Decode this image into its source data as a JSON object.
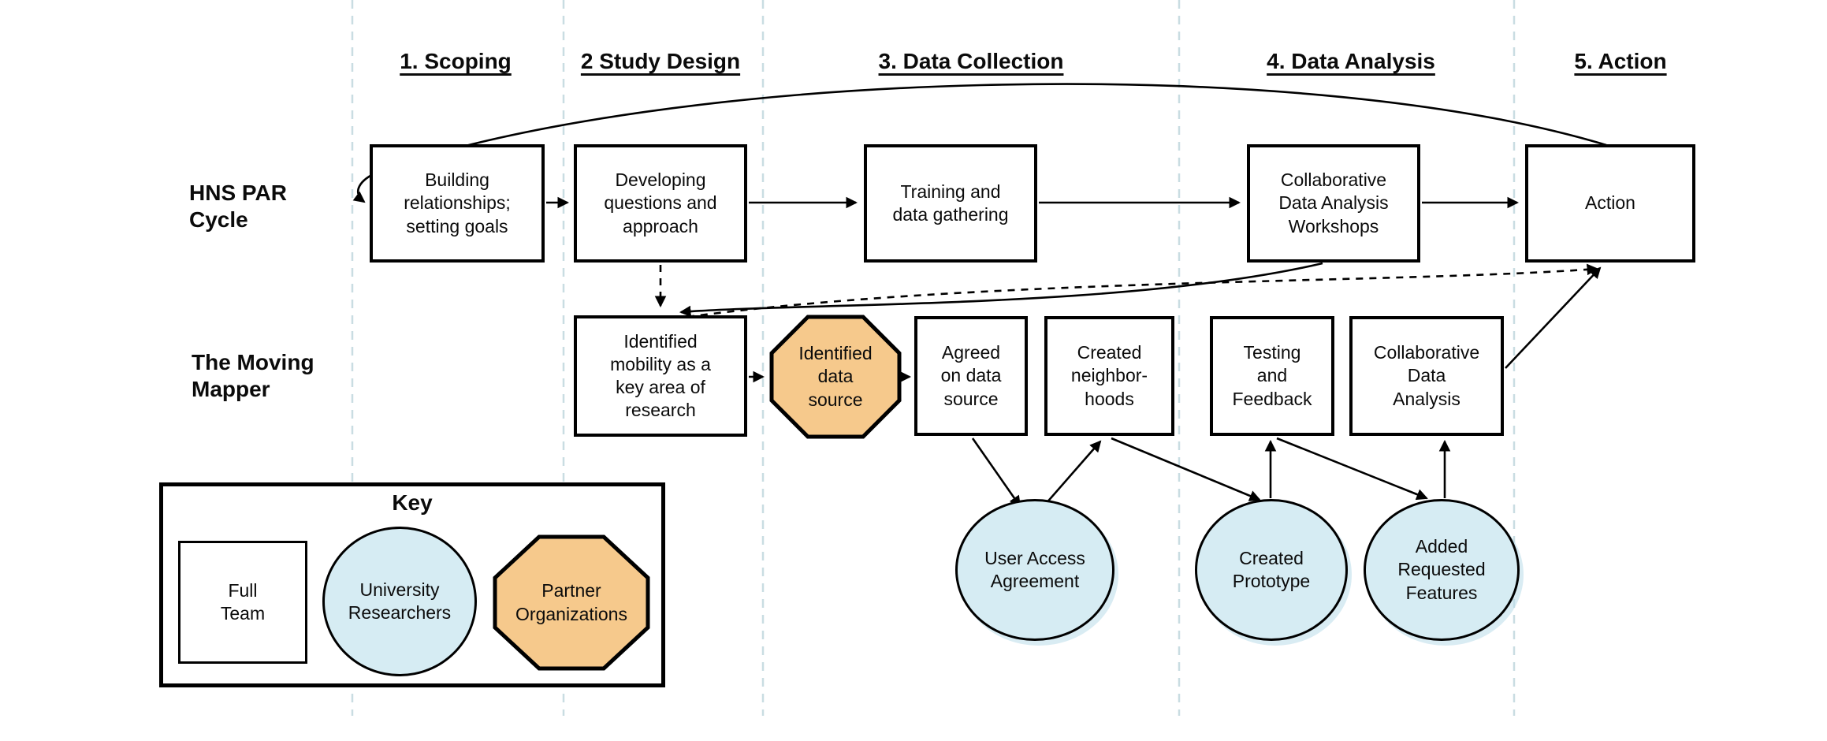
{
  "title": "HNS PAR Cycle and The Moving Mapper process diagram",
  "phases": [
    {
      "label": "1. Scoping"
    },
    {
      "label": "2 Study Design"
    },
    {
      "label": "3. Data Collection"
    },
    {
      "label": "4. Data Analysis"
    },
    {
      "label": "5. Action"
    }
  ],
  "rows": {
    "par_cycle_label": "HNS PAR\nCycle",
    "moving_mapper_label": "The Moving\nMapper"
  },
  "par_cycle_nodes": {
    "building": {
      "label": "Building\nrelationships;\nsetting goals"
    },
    "developing": {
      "label": "Developing\nquestions and\napproach"
    },
    "training": {
      "label": "Training and\ndata gathering"
    },
    "workshops": {
      "label": "Collaborative\nData Analysis\nWorkshops"
    },
    "action": {
      "label": "Action"
    }
  },
  "moving_mapper_nodes": {
    "mobility": {
      "label": "Identified\nmobility as a\nkey area of\nresearch",
      "shape": "rectangle"
    },
    "data_source": {
      "label": "Identified\ndata\nsource",
      "shape": "octagon"
    },
    "agreed": {
      "label": "Agreed\non data\nsource",
      "shape": "rectangle"
    },
    "neighborhoods": {
      "label": "Created\nneighbor-\nhoods",
      "shape": "rectangle"
    },
    "testing": {
      "label": "Testing\nand\nFeedback",
      "shape": "rectangle"
    },
    "collab_analysis": {
      "label": "Collaborative\nData\nAnalysis",
      "shape": "rectangle"
    }
  },
  "outputs": {
    "user_access": {
      "label": "User Access\nAgreement",
      "shape": "circle"
    },
    "prototype": {
      "label": "Created\nPrototype",
      "shape": "circle"
    },
    "features": {
      "label": "Added\nRequested\nFeatures",
      "shape": "circle"
    }
  },
  "key": {
    "title": "Key",
    "full_team": {
      "label": "Full\nTeam",
      "shape": "rectangle"
    },
    "university_researchers": {
      "label": "University\nResearchers",
      "shape": "circle"
    },
    "partner_organizations": {
      "label": "Partner\nOrganizations",
      "shape": "octagon"
    }
  },
  "colors": {
    "octagon_fill": "#f6c98c",
    "circle_fill": "#d6ecf3",
    "line": "#000000",
    "guide": "#c9dde2"
  }
}
